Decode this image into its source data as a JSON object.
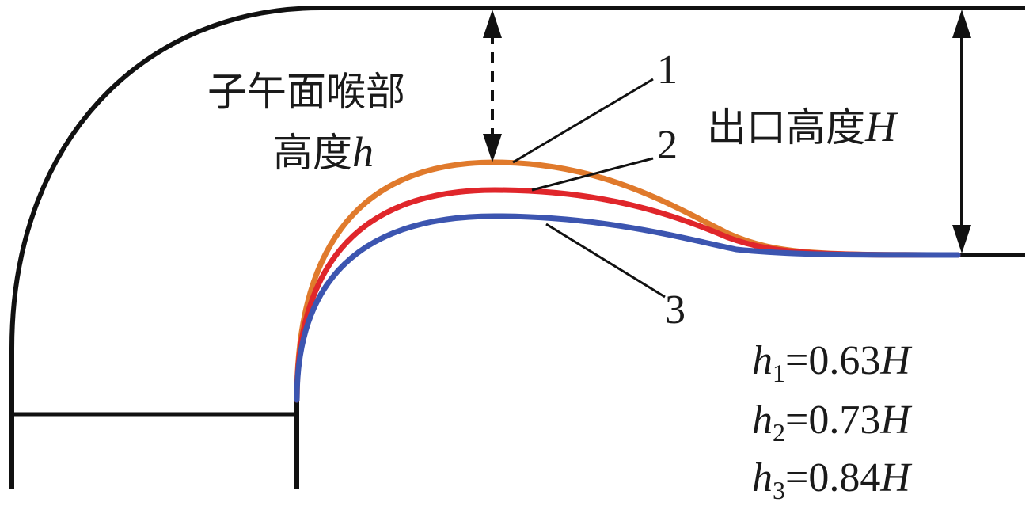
{
  "labels": {
    "throat_label_line1": "子午面喉部",
    "throat_label_line2_prefix": "高度",
    "throat_label_var": "h",
    "outlet_label_prefix": "出口高度",
    "outlet_label_var": "H"
  },
  "curve_numbers": [
    "1",
    "2",
    "3"
  ],
  "equations": [
    {
      "var": "h",
      "sub": "1",
      "rhs": "=0.63",
      "unit": "H"
    },
    {
      "var": "h",
      "sub": "2",
      "rhs": "=0.73",
      "unit": "H"
    },
    {
      "var": "h",
      "sub": "3",
      "rhs": "=0.84",
      "unit": "H"
    }
  ],
  "colors": {
    "wall": "#111111",
    "curve_1": "#e07a2c",
    "curve_2": "#e0262b",
    "curve_3": "#3c55b0"
  }
}
